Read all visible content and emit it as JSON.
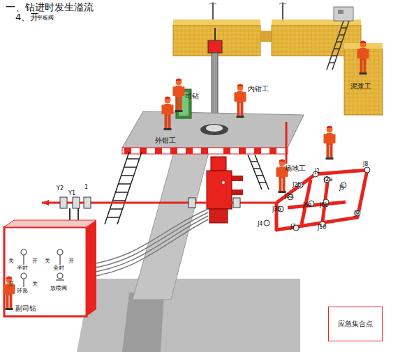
{
  "diagram": {
    "title": "一、钻进时发生溢流",
    "nodes": [
      {
        "text": [
          "应急集合点"
        ]
      }
    ],
    "edges": [],
    "labels": [
      "4、开",
      "平板阀",
      "司钻",
      "内钳工",
      "外钳工",
      "泥浆工",
      "场地工",
      "副司钻",
      "J1",
      "J2a",
      "J2b",
      "J3a",
      "J3b",
      "J4",
      "J5",
      "J6a",
      "J6b",
      "J7",
      "J8",
      "J9",
      "J10",
      "Y2",
      "Y1",
      "1",
      "关",
      "半封",
      "开",
      "关",
      "全封",
      "开",
      "开",
      "环形",
      "关",
      "放喷阀"
    ]
  }
}
